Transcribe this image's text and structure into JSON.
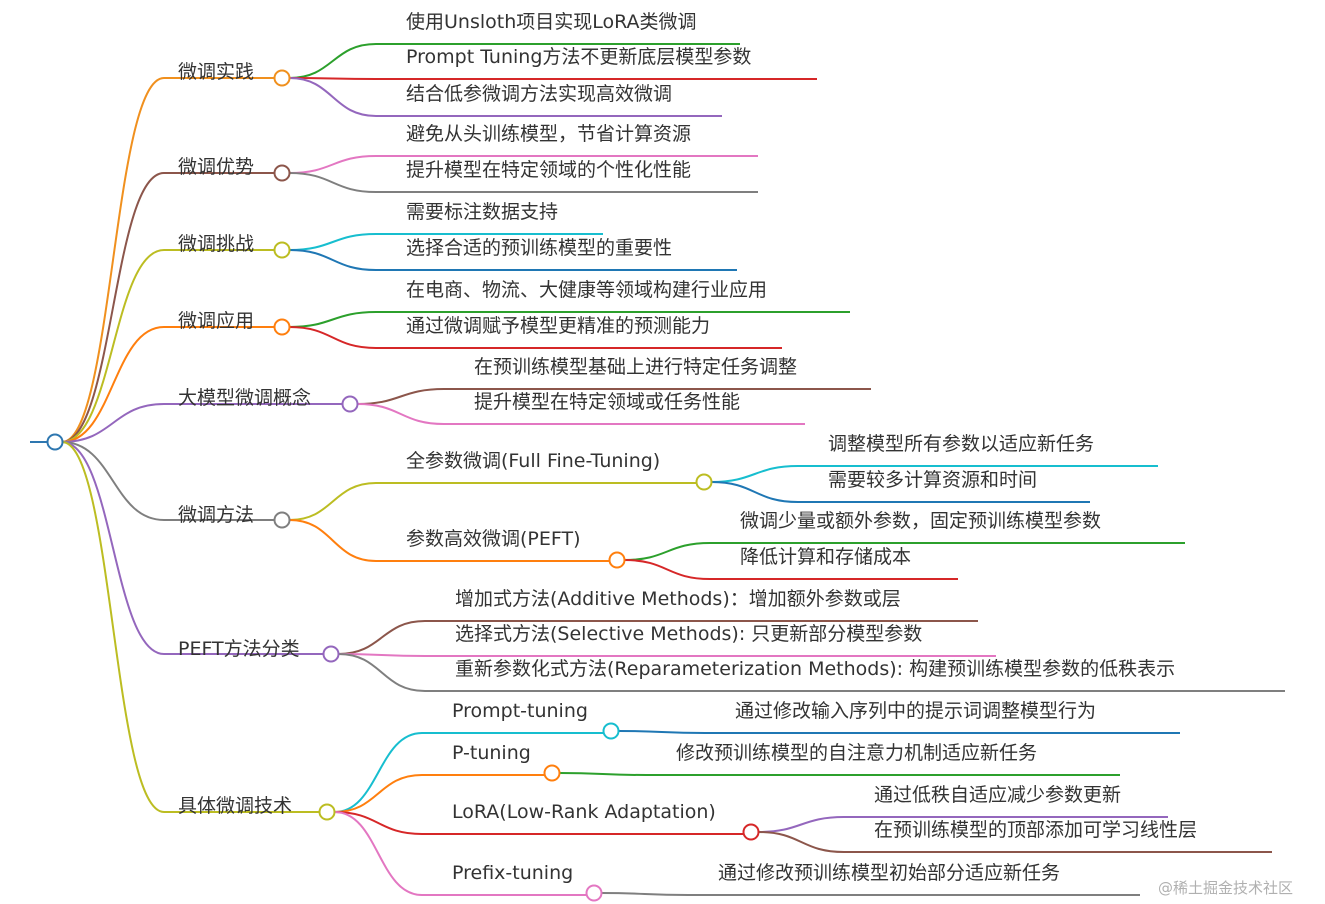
{
  "mindmap": {
    "root": {
      "color": "#2e77b0"
    },
    "branches": [
      {
        "label": "微调实践",
        "color": "#f0901e",
        "children": [
          {
            "label": "使用Unsloth项目实现LoRA类微调",
            "color": "#2ca02c"
          },
          {
            "label": "Prompt Tuning方法不更新底层模型参数",
            "color": "#d62728"
          },
          {
            "label": "结合低参微调方法实现高效微调",
            "color": "#9467bd"
          }
        ]
      },
      {
        "label": "微调优势",
        "color": "#8c564b",
        "children": [
          {
            "label": "避免从头训练模型，节省计算资源",
            "color": "#e377c2"
          },
          {
            "label": "提升模型在特定领域的个性化性能",
            "color": "#7f7f7f"
          }
        ]
      },
      {
        "label": "微调挑战",
        "color": "#bcbd22",
        "children": [
          {
            "label": "需要标注数据支持",
            "color": "#17becf"
          },
          {
            "label": "选择合适的预训练模型的重要性",
            "color": "#1f77b4"
          }
        ]
      },
      {
        "label": "微调应用",
        "color": "#ff7f0e",
        "children": [
          {
            "label": "在电商、物流、大健康等领域构建行业应用",
            "color": "#2ca02c"
          },
          {
            "label": "通过微调赋予模型更精准的预测能力",
            "color": "#d62728"
          }
        ]
      },
      {
        "label": "大模型微调概念",
        "color": "#9467bd",
        "children": [
          {
            "label": "在预训练模型基础上进行特定任务调整",
            "color": "#8c564b"
          },
          {
            "label": "提升模型在特定领域或任务性能",
            "color": "#e377c2"
          }
        ]
      },
      {
        "label": "微调方法",
        "color": "#7f7f7f",
        "children": [
          {
            "label": "全参数微调(Full Fine-Tuning)",
            "color": "#bcbd22",
            "children": [
              {
                "label": "调整模型所有参数以适应新任务",
                "color": "#17becf"
              },
              {
                "label": "需要较多计算资源和时间",
                "color": "#1f77b4"
              }
            ]
          },
          {
            "label": "参数高效微调(PEFT)",
            "color": "#ff7f0e",
            "children": [
              {
                "label": "微调少量或额外参数，固定预训练模型参数",
                "color": "#2ca02c"
              },
              {
                "label": "降低计算和存储成本",
                "color": "#d62728"
              }
            ]
          }
        ]
      },
      {
        "label": "PEFT方法分类",
        "color": "#9467bd",
        "children": [
          {
            "label": "增加式方法(Additive Methods)：增加额外参数或层",
            "color": "#8c564b"
          },
          {
            "label": "选择式方法(Selective Methods): 只更新部分模型参数",
            "color": "#e377c2"
          },
          {
            "label": "重新参数化式方法(Reparameterization Methods): 构建预训练模型参数的低秩表示",
            "color": "#7f7f7f"
          }
        ]
      },
      {
        "label": "具体微调技术",
        "color": "#bcbd22",
        "children": [
          {
            "label": "Prompt-tuning",
            "color": "#17becf",
            "children": [
              {
                "label": "通过修改输入序列中的提示词调整模型行为",
                "color": "#1f77b4"
              }
            ]
          },
          {
            "label": "P-tuning",
            "color": "#ff7f0e",
            "children": [
              {
                "label": "修改预训练模型的自注意力机制适应新任务",
                "color": "#2ca02c"
              }
            ]
          },
          {
            "label": "LoRA(Low-Rank Adaptation)",
            "color": "#d62728",
            "children": [
              {
                "label": "通过低秩自适应减少参数更新",
                "color": "#9467bd"
              },
              {
                "label": "在预训练模型的顶部添加可学习线性层",
                "color": "#8c564b"
              }
            ]
          },
          {
            "label": "Prefix-tuning",
            "color": "#e377c2",
            "children": [
              {
                "label": "通过修改预训练模型初始部分适应新任务",
                "color": "#7f7f7f"
              }
            ]
          }
        ]
      }
    ]
  },
  "watermark": "@稀土掘金技术社区"
}
